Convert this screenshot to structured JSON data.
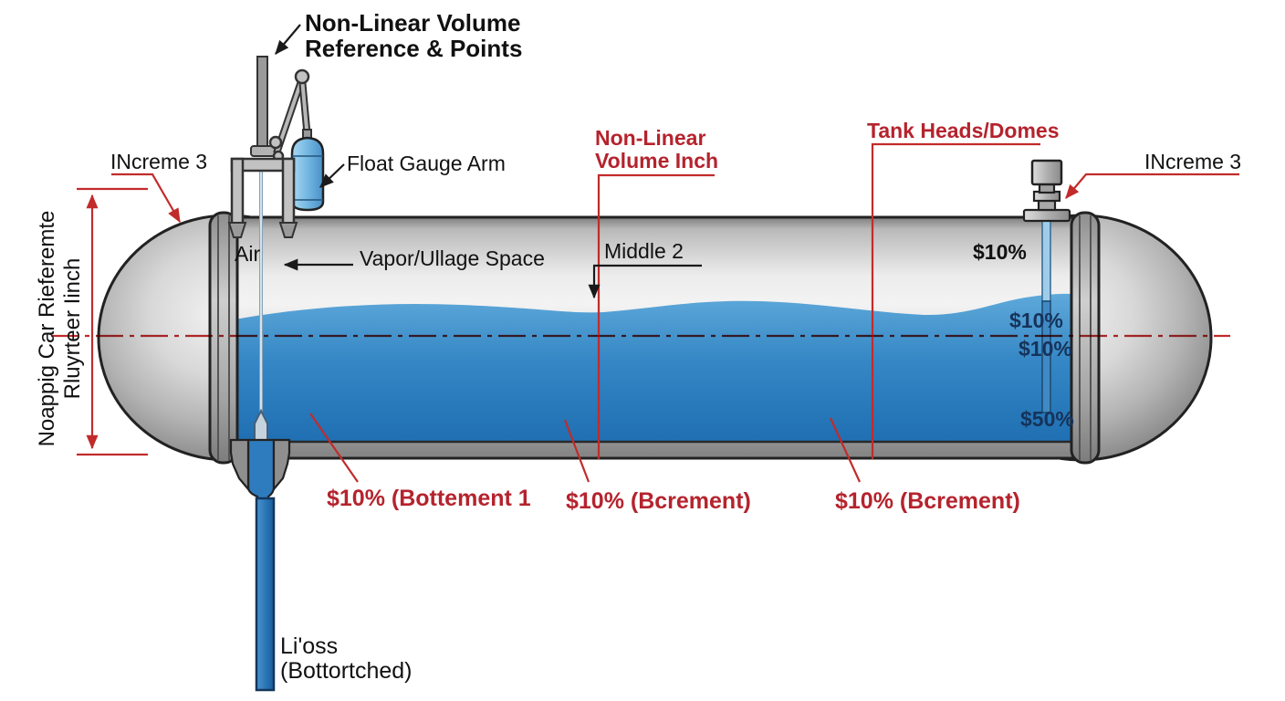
{
  "colors": {
    "annotation_red": "#b5232d",
    "line_red": "#c22b2b",
    "liquid_blue": "#2e7fbf",
    "navy_text": "#16335a",
    "tank_gray": "#c9c9c9"
  },
  "labels": {
    "top_note": "Non-Linear Volume\nReference & Points",
    "increment_left": "INcreme 3",
    "float_gauge_arm": "Float Gauge Arm",
    "side_axis": "Noappig Car Rieferemte\nRluyrteer Iinch",
    "air": "Air",
    "vapor_space": "Vapor/Ullage Space",
    "middle": "Middle 2",
    "nonlinear_inch": "Non-Linear\nVolume Inch",
    "tank_heads": "Tank Heads/Domes",
    "increment_right": "INcreme 3",
    "pct_top": "$10%",
    "pct_upper": "$10%",
    "pct_lower": "$10%",
    "pct_half": "$50%",
    "bottom_left": "$10% (Bottement 1",
    "bottom_mid": "$10% (Bcrement)",
    "bottom_right": "$10% (Bcrement)",
    "loss": "Li'oss\n(Bottortched)"
  }
}
